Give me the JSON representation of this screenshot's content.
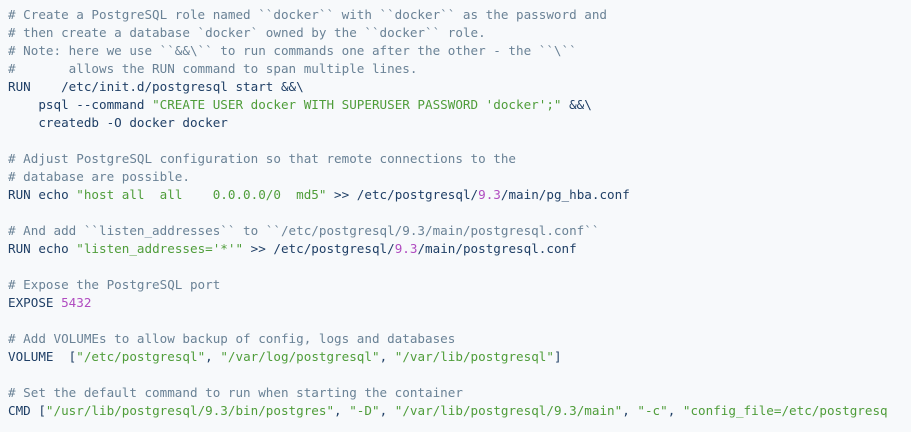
{
  "colors": {
    "background": "#f7f9fb",
    "comment": "#6a8296",
    "string": "#4f9d3a",
    "number": "#b04cc0",
    "plain": "#1f3f66"
  },
  "lines": [
    [
      {
        "t": "c",
        "s": "# Create a PostgreSQL role named ``docker`` with ``docker`` as the password and"
      }
    ],
    [
      {
        "t": "c",
        "s": "# then create a database `docker` owned by the ``docker`` role."
      }
    ],
    [
      {
        "t": "c",
        "s": "# Note: here we use ``&&\\`` to run commands one after the other - the ``\\``"
      }
    ],
    [
      {
        "t": "c",
        "s": "#       allows the RUN command to span multiple lines."
      }
    ],
    [
      {
        "t": "p",
        "s": "RUN    /etc/init.d/postgresql start &&\\"
      }
    ],
    [
      {
        "t": "p",
        "s": "    psql --command "
      },
      {
        "t": "s",
        "s": "\"CREATE USER docker WITH SUPERUSER PASSWORD 'docker';\""
      },
      {
        "t": "p",
        "s": " &&\\"
      }
    ],
    [
      {
        "t": "p",
        "s": "    createdb -O docker docker"
      }
    ],
    [],
    [
      {
        "t": "c",
        "s": "# Adjust PostgreSQL configuration so that remote connections to the"
      }
    ],
    [
      {
        "t": "c",
        "s": "# database are possible."
      }
    ],
    [
      {
        "t": "p",
        "s": "RUN echo "
      },
      {
        "t": "s",
        "s": "\"host all  all    0.0.0.0/0  md5\""
      },
      {
        "t": "p",
        "s": " >> /etc/postgresql/"
      },
      {
        "t": "n",
        "s": "9.3"
      },
      {
        "t": "p",
        "s": "/main/pg_hba.conf"
      }
    ],
    [],
    [
      {
        "t": "c",
        "s": "# And add ``listen_addresses`` to ``/etc/postgresql/9.3/main/postgresql.conf``"
      }
    ],
    [
      {
        "t": "p",
        "s": "RUN echo "
      },
      {
        "t": "s",
        "s": "\"listen_addresses='*'\""
      },
      {
        "t": "p",
        "s": " >> /etc/postgresql/"
      },
      {
        "t": "n",
        "s": "9.3"
      },
      {
        "t": "p",
        "s": "/main/postgresql.conf"
      }
    ],
    [],
    [
      {
        "t": "c",
        "s": "# Expose the PostgreSQL port"
      }
    ],
    [
      {
        "t": "p",
        "s": "EXPOSE "
      },
      {
        "t": "n",
        "s": "5432"
      }
    ],
    [],
    [
      {
        "t": "c",
        "s": "# Add VOLUMEs to allow backup of config, logs and databases"
      }
    ],
    [
      {
        "t": "p",
        "s": "VOLUME  ["
      },
      {
        "t": "s",
        "s": "\"/etc/postgresql\""
      },
      {
        "t": "p",
        "s": ", "
      },
      {
        "t": "s",
        "s": "\"/var/log/postgresql\""
      },
      {
        "t": "p",
        "s": ", "
      },
      {
        "t": "s",
        "s": "\"/var/lib/postgresql\""
      },
      {
        "t": "p",
        "s": "]"
      }
    ],
    [],
    [
      {
        "t": "c",
        "s": "# Set the default command to run when starting the container"
      }
    ],
    [
      {
        "t": "p",
        "s": "CMD ["
      },
      {
        "t": "s",
        "s": "\"/usr/lib/postgresql/9.3/bin/postgres\""
      },
      {
        "t": "p",
        "s": ", "
      },
      {
        "t": "s",
        "s": "\"-D\""
      },
      {
        "t": "p",
        "s": ", "
      },
      {
        "t": "s",
        "s": "\"/var/lib/postgresql/9.3/main\""
      },
      {
        "t": "p",
        "s": ", "
      },
      {
        "t": "s",
        "s": "\"-c\""
      },
      {
        "t": "p",
        "s": ", "
      },
      {
        "t": "s",
        "s": "\"config_file=/etc/postgresq"
      }
    ]
  ]
}
